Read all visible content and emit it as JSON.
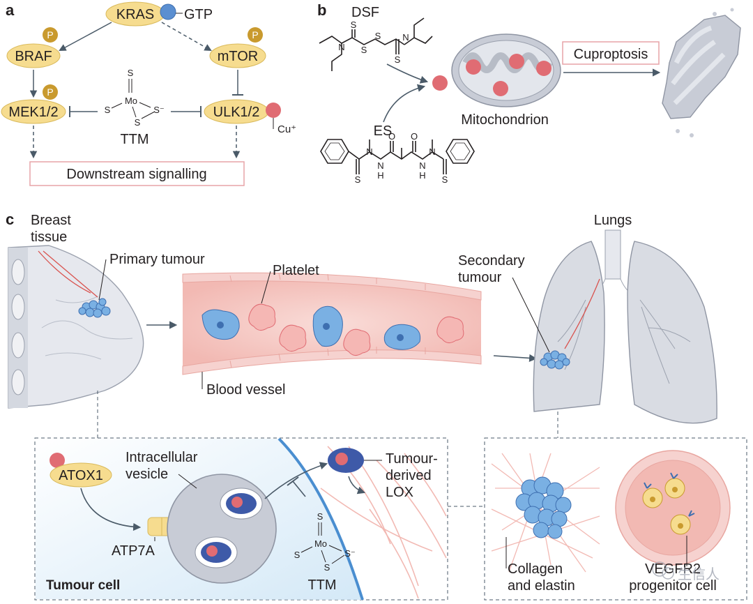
{
  "panel_a": {
    "letter": "a",
    "kras": "KRAS",
    "gtp": "GTP",
    "braf": "BRAF",
    "mtor": "mTOR",
    "mek": "MEK1/2",
    "ulk": "ULK1/2",
    "cu": "Cu⁺",
    "phospho": "P",
    "ttm": "TTM",
    "downstream": "Downstream signalling",
    "mo_atoms": {
      "mo": "Mo",
      "s": "S",
      "s_minus": "S⁻",
      "s_eq": "S"
    }
  },
  "panel_b": {
    "letter": "b",
    "dsf": "DSF",
    "es": "ES",
    "mito": "Mitochondrion",
    "cuproptosis": "Cuproptosis",
    "atoms": {
      "s": "S",
      "n": "N",
      "o": "O",
      "h": "H"
    }
  },
  "panel_c": {
    "letter": "c",
    "breast": "Breast\ntissue",
    "breast_l1": "Breast",
    "breast_l2": "tissue",
    "primary": "Primary tumour",
    "platelet": "Platelet",
    "vessel": "Blood vessel",
    "lungs": "Lungs",
    "secondary_l1": "Secondary",
    "secondary_l2": "tumour",
    "atox1": "ATOX1",
    "vesicle_l1": "Intracellular",
    "vesicle_l2": "vesicle",
    "atp7a": "ATP7A",
    "tumour_cell": "Tumour cell",
    "ttm": "TTM",
    "lox_l1": "Tumour-",
    "lox_l2": "derived",
    "lox_l3": "LOX",
    "collagen_l1": "Collagen",
    "collagen_l2": "and elastin",
    "vegfr_l1": "VEGFR2",
    "vegfr_l2": "progenitor cell",
    "watermark": "生信人"
  },
  "colors": {
    "yellow": "#f6dc8f",
    "yellow_stroke": "#d9b95a",
    "gold": "#c99a2e",
    "red": "#e06c73",
    "blue": "#5b8fd1",
    "grey": "#c8ccd6",
    "pink_box": "#e7a3a7",
    "vessel": "#f6d2cf",
    "vessel_wall": "#f3b7b1",
    "arrow": "#4a5a68"
  }
}
